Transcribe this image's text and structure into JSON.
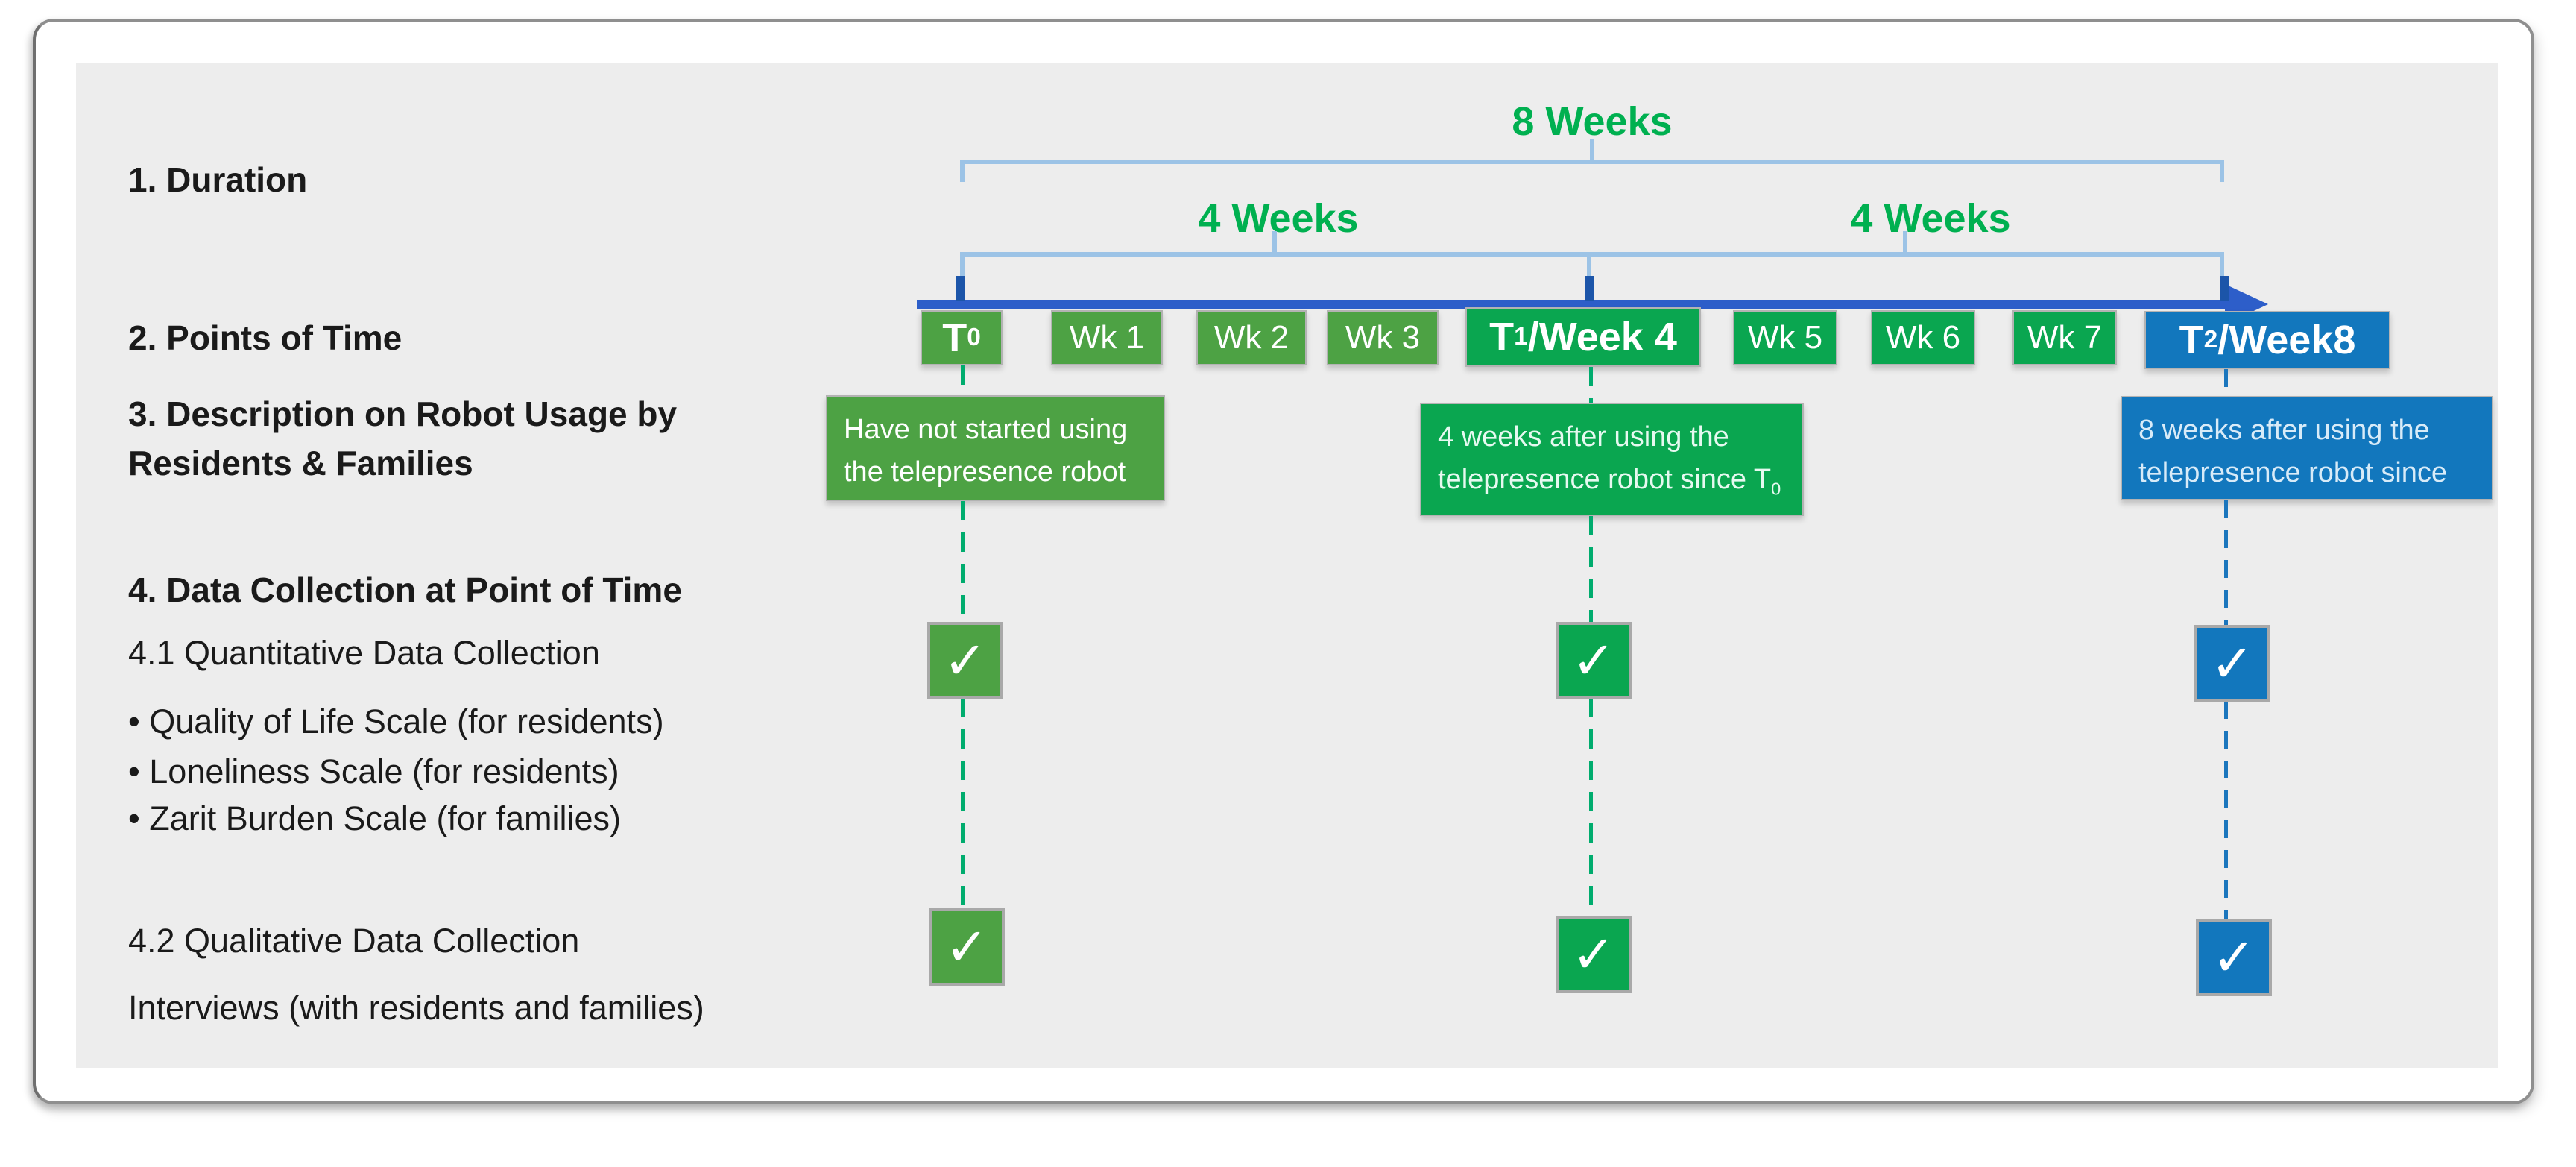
{
  "colors": {
    "panel": "#ededed",
    "ink": "#1a1a1a",
    "green-label": "#00b050",
    "phase1-green": "#4da244",
    "phase2-green": "#0aa650",
    "phase3-blue": "#1277bd",
    "bar": "#2d5ec9",
    "tick": "#1c55a9",
    "bracket": "#9cc3e6",
    "dash-green": "#00ac6e",
    "dash-blue": "#1b76bd",
    "chk-border": "#a9a9a9"
  },
  "left_labels": {
    "duration": "1. Duration",
    "points_of_time": "2. Points of Time",
    "description_line1": "3. Description on Robot Usage by",
    "description_line2": "Residents & Families",
    "data_collection": "4. Data Collection at Point of Time",
    "quantitative": "4.1 Quantitative Data Collection",
    "bullet_quality": "• Quality of Life Scale (for residents)",
    "bullet_loneliness": "• Loneliness Scale (for residents)",
    "bullet_zarit": "• Zarit Burden Scale (for families)",
    "qualitative": "4.2 Qualitative Data Collection",
    "interviews": "Interviews (with residents and families)"
  },
  "durations": {
    "total": "8 Weeks",
    "first": "4 Weeks",
    "second": "4 Weeks"
  },
  "timeline": {
    "points": [
      {
        "main": "T",
        "sub": "0",
        "rest": ""
      },
      {
        "main": "Wk 1",
        "sub": "",
        "rest": ""
      },
      {
        "main": "Wk 2",
        "sub": "",
        "rest": ""
      },
      {
        "main": "Wk 3",
        "sub": "",
        "rest": ""
      },
      {
        "main": "T",
        "sub": "1",
        "rest": "/Week 4"
      },
      {
        "main": "Wk 5",
        "sub": "",
        "rest": ""
      },
      {
        "main": "Wk 6",
        "sub": "",
        "rest": ""
      },
      {
        "main": "Wk 7",
        "sub": "",
        "rest": ""
      },
      {
        "main": "T",
        "sub": "2",
        "rest": " /Week8"
      }
    ]
  },
  "descriptions": [
    {
      "text": "Have not started using the telepresence robot",
      "sub": ""
    },
    {
      "text": "4 weeks after using the telepresence robot since T",
      "sub": "0"
    },
    {
      "text": "8 weeks after using the telepresence robot since",
      "sub": ""
    }
  ],
  "check_glyph": "✓"
}
